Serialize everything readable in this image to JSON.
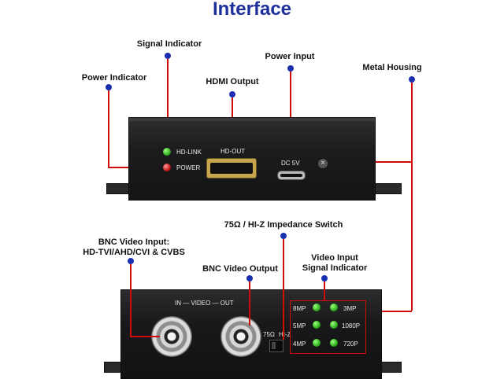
{
  "title": "Interface",
  "labels": {
    "signal_indicator": "Signal Indicator",
    "power_indicator": "Power Indicator",
    "hdmi_output": "HDMI Output",
    "power_input": "Power Input",
    "metal_housing": "Metal Housing",
    "impedance_switch": "75Ω / HI-Z Impedance Switch",
    "bnc_input_line1": "BNC Video Input:",
    "bnc_input_line2": "HD-TVI/AHD/CVI & CVBS",
    "bnc_output": "BNC Video Output",
    "video_input_line1": "Video Input",
    "video_input_line2": "Signal Indicator"
  },
  "device_front": {
    "hd_link": "HD-LINK",
    "power": "POWER",
    "hd_out": "HD-OUT",
    "dc_5v": "DC 5V"
  },
  "device_back": {
    "in_video_out": "IN — VIDEO — OUT",
    "ohm_75": "75Ω",
    "hi_z": "HI-Z",
    "res_8mp": "8MP",
    "res_3mp": "3MP",
    "res_5mp": "5MP",
    "res_1080p": "1080P",
    "res_4mp": "4MP",
    "res_720p": "720P"
  },
  "colors": {
    "title": "#1e2f9c",
    "callout_line": "#d10a0a",
    "callout_dot": "#1a2fb0",
    "led_green": "#2fb01f",
    "led_red": "#c21818"
  }
}
